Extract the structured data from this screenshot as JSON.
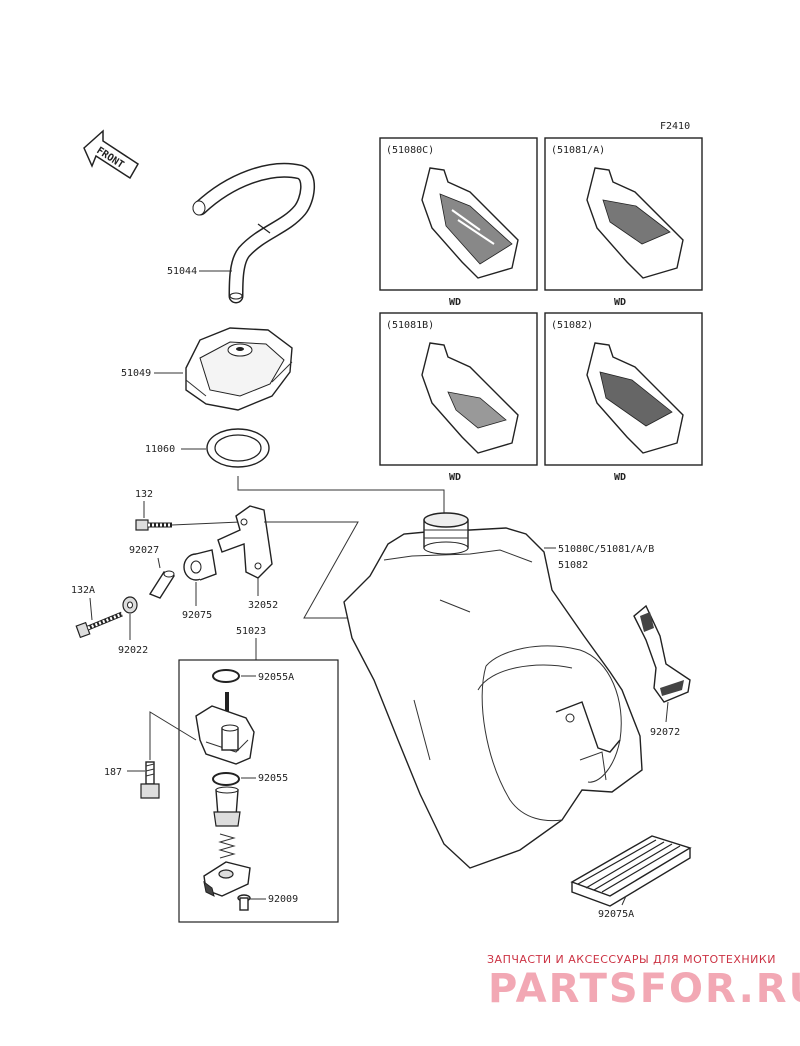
{
  "figure_code": "F2410",
  "front_arrow_label": "FRONT",
  "inset_panels": [
    {
      "label": "(51080C)",
      "variant": "WD"
    },
    {
      "label": "(51081/A)",
      "variant": "WD"
    },
    {
      "label": "(51081B)",
      "variant": "WD"
    },
    {
      "label": "(51082)",
      "variant": "WD"
    }
  ],
  "parts": {
    "hose": "51044",
    "cap": "51049",
    "gasket": "11060",
    "bolt_132": "132",
    "collar": "92027",
    "damper": "92075",
    "bolt_132a": "132A",
    "washer": "92022",
    "bracket": "32052",
    "fuel_cock_assy": "51023",
    "oring_a": "92055A",
    "bolt_187": "187",
    "oring": "92055",
    "screw": "92009",
    "tank_line1": "51080C/51081/A/B",
    "tank_line2": "51082",
    "band": "92072",
    "pad": "92075A"
  },
  "watermark": {
    "tagline": "ЗАПЧАСТИ И АКСЕССУАРЫ ДЛЯ МОТОТЕХНИКИ",
    "brand": "PARTSFOR.RU"
  }
}
